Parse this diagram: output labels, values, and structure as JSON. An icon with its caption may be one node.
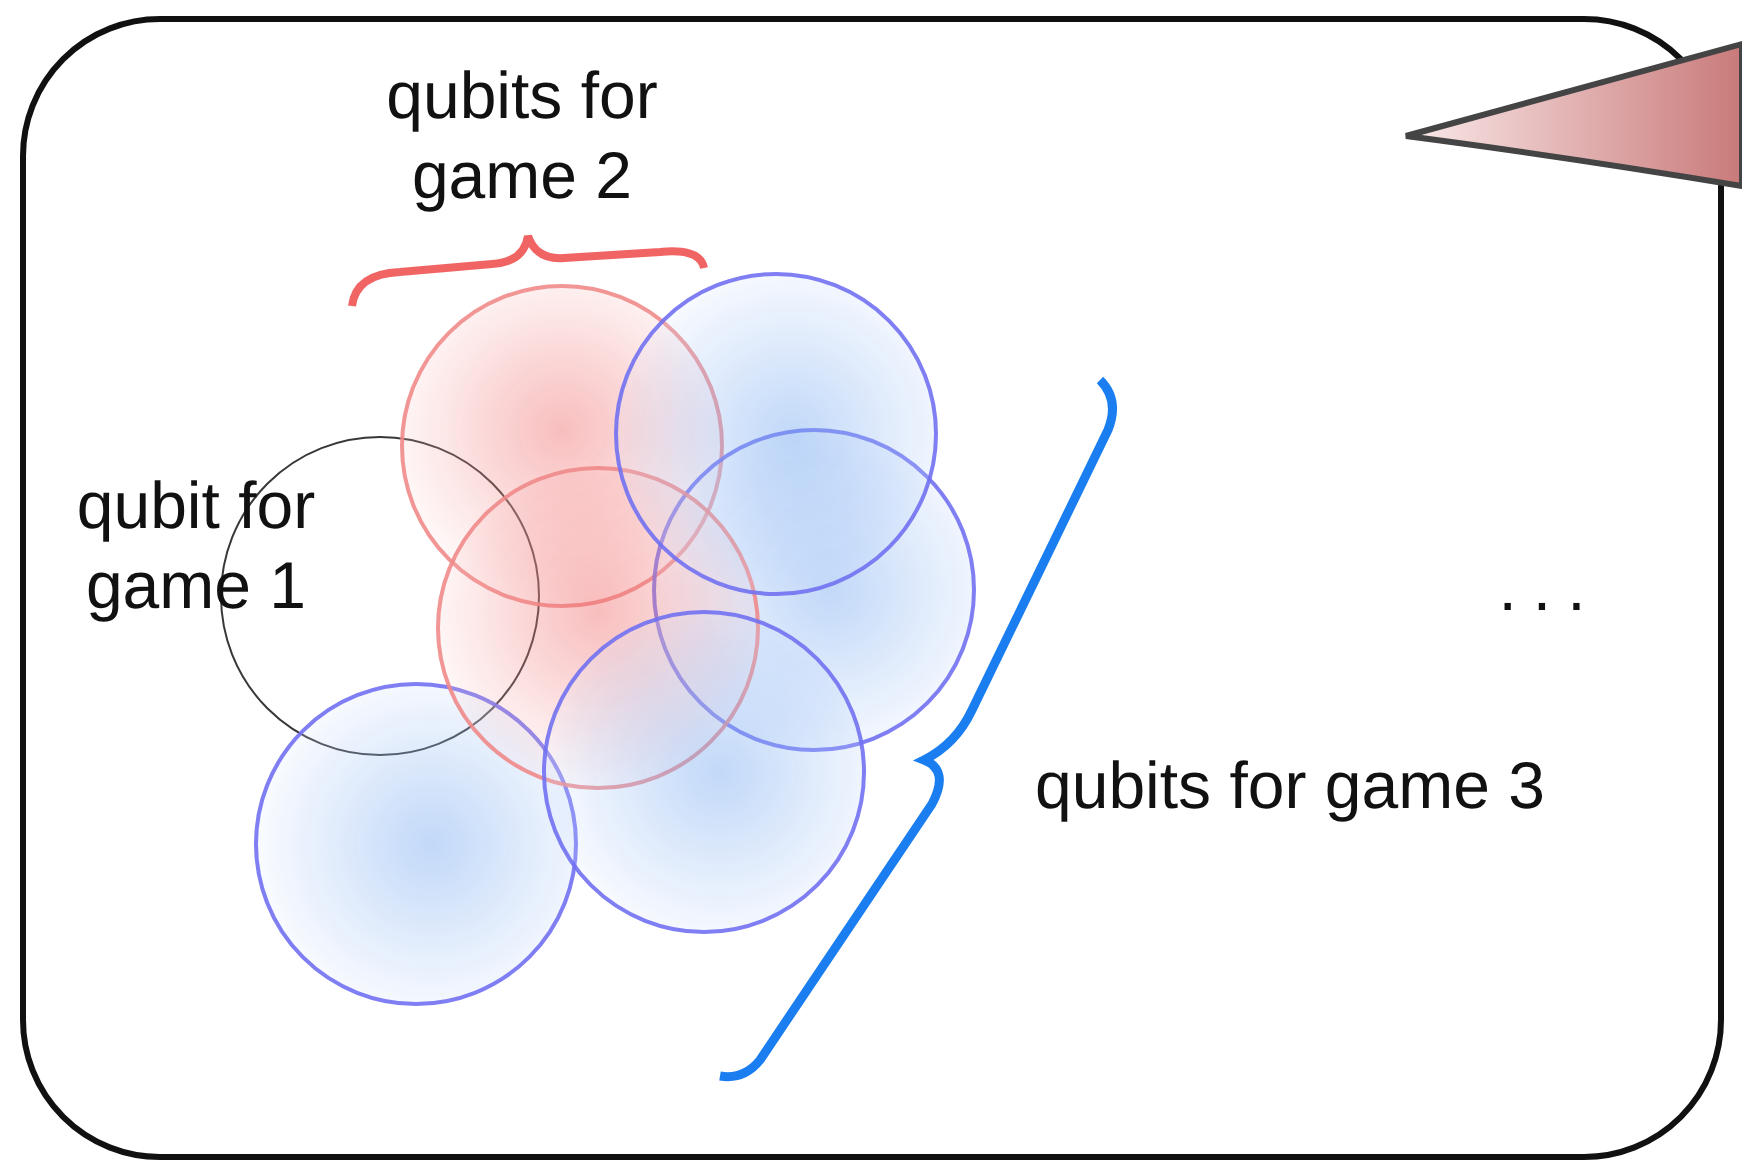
{
  "diagram": {
    "nodes": [
      {
        "text": [],
        "shape": "box"
      },
      {
        "text": [],
        "shape": "circle",
        "in": 0
      },
      {
        "text": [],
        "shape": "circle",
        "in": 0
      },
      {
        "text": [],
        "shape": "circle",
        "in": 0
      },
      {
        "text": [],
        "shape": "circle",
        "in": 0
      },
      {
        "text": [],
        "shape": "circle",
        "in": 0
      },
      {
        "text": [],
        "shape": "circle",
        "in": 0
      },
      {
        "text": [],
        "shape": "circle",
        "in": 0
      }
    ],
    "edges": [],
    "labels": [
      "qubits for game 2",
      "qubit for game 1",
      "...",
      "qubits for game 3"
    ]
  }
}
